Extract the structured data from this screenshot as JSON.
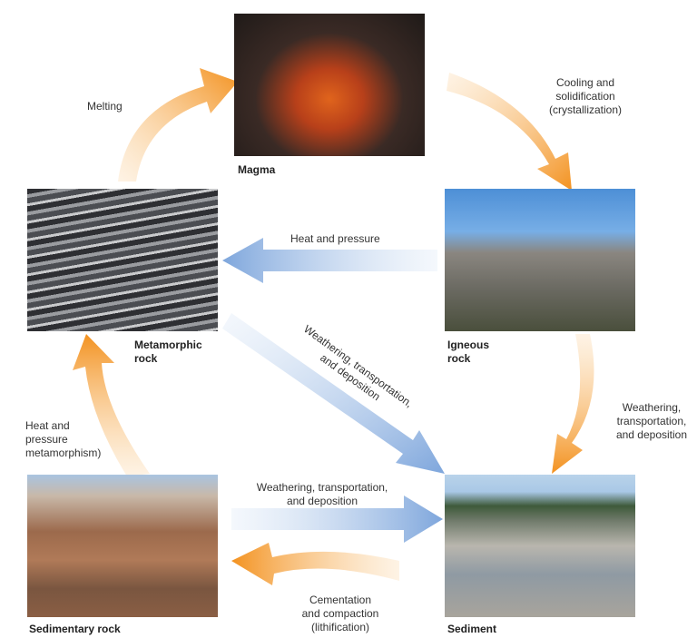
{
  "nodes": {
    "magma": "Magma",
    "igneous": [
      "Igneous",
      "rock"
    ],
    "metamorphic": [
      "Metamorphic",
      "rock"
    ],
    "sedimentary": "Sedimentary rock",
    "sediment": "Sediment"
  },
  "processes": {
    "melting": "Melting",
    "cooling": [
      "Cooling and",
      "solidification",
      "(crystallization)"
    ],
    "heat_pressure": "Heat and pressure",
    "diag_weathering": [
      "Weathering, transportation,",
      "and deposition"
    ],
    "right_weathering": [
      "Weathering,",
      "transportation,",
      "and deposition"
    ],
    "bottom_weathering": [
      "Weathering, transportation,",
      "and deposition"
    ],
    "cementation": [
      "Cementation",
      "and compaction",
      "(lithification)"
    ],
    "metamorphism": [
      "Heat and",
      "pressure",
      "metamorphism)"
    ]
  },
  "colors": {
    "orange": "#f49a32",
    "blue": "#7ea6dc"
  }
}
